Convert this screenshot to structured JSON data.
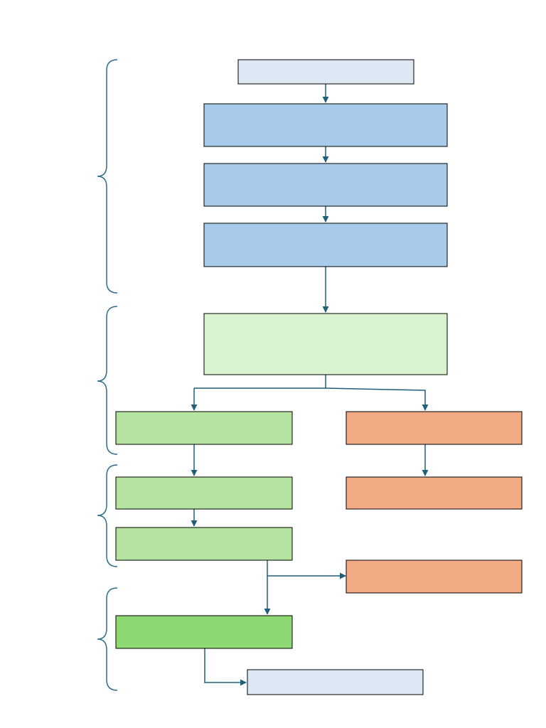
{
  "diagram": {
    "colors": {
      "light_blue": "#dce9f5",
      "blue": "#a8caeb",
      "pale_green": "#d9f2d0",
      "light_green": "#b5e4a0",
      "green": "#8dd873",
      "orange": "#f1aa84",
      "connector": "#1f5f7a",
      "bracket": "#2e6e8a",
      "border": "#000000"
    },
    "stages": [
      {
        "id": "stage-1",
        "label": ""
      },
      {
        "id": "stage-2",
        "label": ""
      },
      {
        "id": "stage-3",
        "label": ""
      },
      {
        "id": "stage-4",
        "label": ""
      }
    ],
    "boxes": [
      {
        "id": "start-box",
        "label": "",
        "fill": "light_blue"
      },
      {
        "id": "step-1-box",
        "label": "",
        "fill": "blue"
      },
      {
        "id": "step-2-box",
        "label": "",
        "fill": "blue"
      },
      {
        "id": "step-3-box",
        "label": "",
        "fill": "blue"
      },
      {
        "id": "assessment-box",
        "label": "",
        "fill": "pale_green"
      },
      {
        "id": "left-branch-box-1",
        "label": "",
        "fill": "light_green"
      },
      {
        "id": "right-branch-box-1",
        "label": "",
        "fill": "orange"
      },
      {
        "id": "left-branch-box-2",
        "label": "",
        "fill": "light_green"
      },
      {
        "id": "right-branch-box-2",
        "label": "",
        "fill": "orange"
      },
      {
        "id": "left-branch-box-3",
        "label": "",
        "fill": "light_green"
      },
      {
        "id": "exit-box",
        "label": "",
        "fill": "orange"
      },
      {
        "id": "final-box",
        "label": "",
        "fill": "green"
      },
      {
        "id": "end-box",
        "label": "",
        "fill": "light_blue"
      }
    ]
  }
}
